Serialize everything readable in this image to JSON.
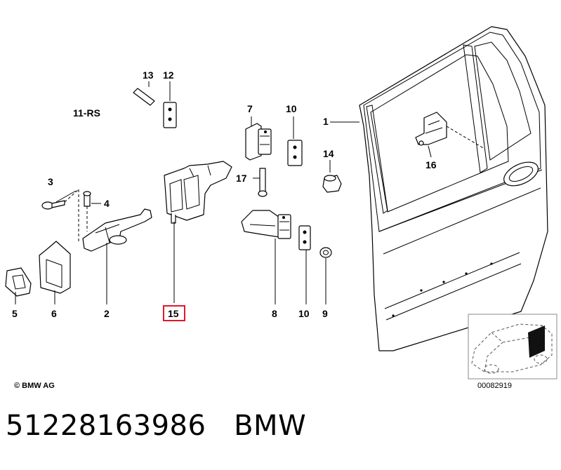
{
  "diagram": {
    "copyright": "© BMW AG",
    "part_labels": {
      "p1": "1",
      "p2": "2",
      "p3": "3",
      "p4": "4",
      "p5": "5",
      "p6": "6",
      "p7": "7",
      "p8": "8",
      "p9": "9",
      "p10a": "10",
      "p10b": "10",
      "p11": "11-RS",
      "p12": "12",
      "p13": "13",
      "p14": "14",
      "p15": "15",
      "p16": "16",
      "p17": "17"
    },
    "highlighted_part": "15",
    "highlight_color": "#e0182b",
    "inset_code": "00082919"
  },
  "footer": {
    "part_number": "51228163986",
    "brand": "BMW"
  }
}
